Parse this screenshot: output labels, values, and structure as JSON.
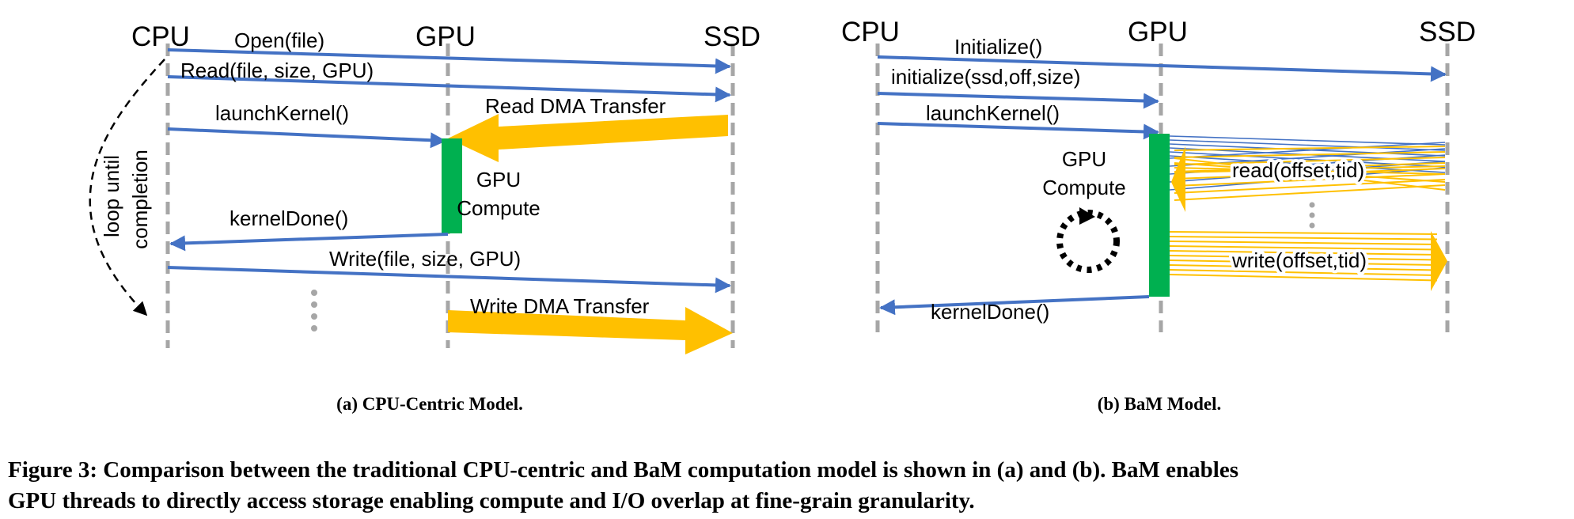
{
  "colors": {
    "blue": "#4472c4",
    "gold": "#ffc000",
    "green": "#00b050",
    "lifeline": "#a6a6a6"
  },
  "panel_a": {
    "lanes": {
      "cpu": "CPU",
      "gpu": "GPU",
      "ssd": "SSD"
    },
    "messages": {
      "open": "Open(file)",
      "read": "Read(file, size, GPU)",
      "launch": "launchKernel()",
      "read_dma": "Read DMA Transfer",
      "kernel_done": "kernelDone()",
      "write": "Write(file, size, GPU)",
      "write_dma": "Write DMA Transfer"
    },
    "compute_line1": "GPU",
    "compute_line2": "Compute",
    "loop_line1": "loop until",
    "loop_line2": "completion",
    "caption": "(a) CPU-Centric Model."
  },
  "panel_b": {
    "lanes": {
      "cpu": "CPU",
      "gpu": "GPU",
      "ssd": "SSD"
    },
    "messages": {
      "initialize": "Initialize()",
      "init_ssd": "initialize(ssd,off,size)",
      "launch": "launchKernel()",
      "read": "read(offset,tid)",
      "write": "write(offset,tid)",
      "kernel_done": "kernelDone()"
    },
    "compute_line1": "GPU",
    "compute_line2": "Compute",
    "caption": "(b)  BaM Model."
  },
  "figure_caption": {
    "line1": "Figure 3: Comparison between the traditional CPU-centric and BaM computation model is shown in (a) and (b). BaM enables",
    "line2": "GPU threads to directly access storage enabling compute and I/O overlap at fine-grain granularity."
  }
}
